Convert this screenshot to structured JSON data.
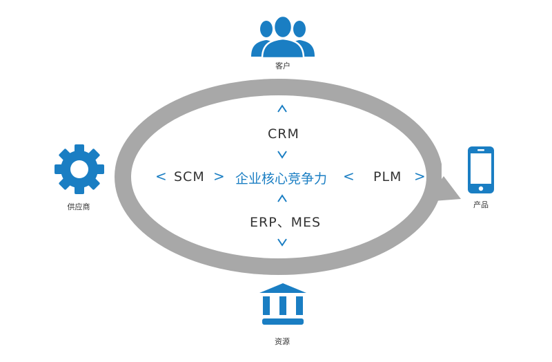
{
  "colors": {
    "accent": "#1a7ec3",
    "ring": "#a8a8a8",
    "text": "#333333"
  },
  "nodes": {
    "customer": {
      "label": "客户",
      "icon": "users-icon"
    },
    "supplier": {
      "label": "供应商",
      "icon": "gear-icon"
    },
    "product": {
      "label": "产品",
      "icon": "smartphone-icon"
    },
    "resource": {
      "label": "资源",
      "icon": "bank-icon"
    }
  },
  "center": {
    "core": "企业核心竞争力",
    "crm": "CRM",
    "scm": "SCM",
    "plm": "PLM",
    "erp_mes": "ERP、MES"
  },
  "chevrons": {
    "left": "<",
    "right": ">"
  }
}
